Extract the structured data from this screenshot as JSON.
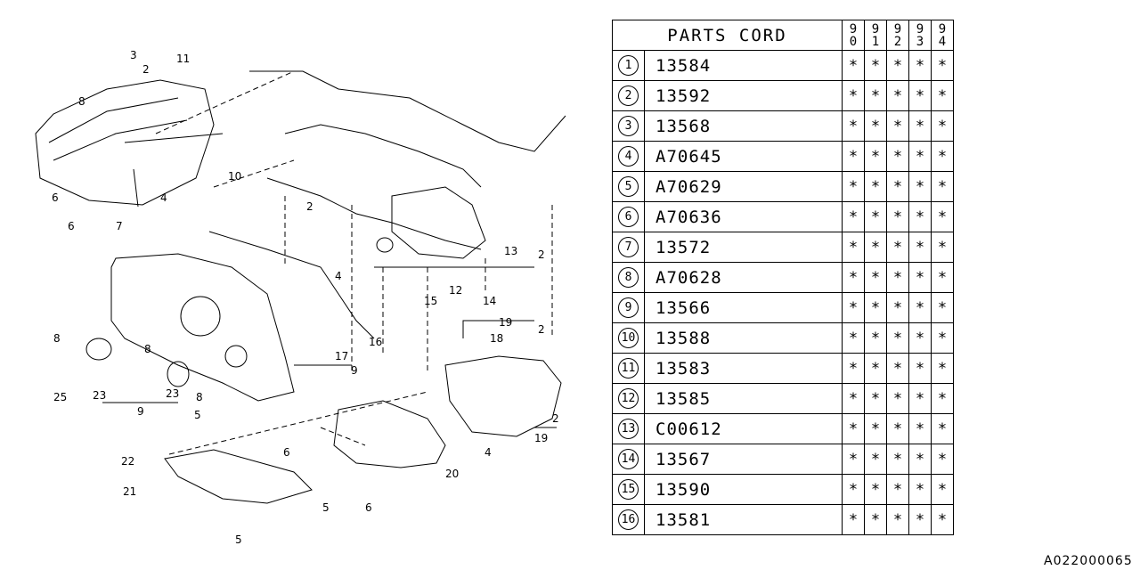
{
  "table": {
    "header": "PARTS CORD",
    "years": [
      [
        "9",
        "0"
      ],
      [
        "9",
        "1"
      ],
      [
        "9",
        "2"
      ],
      [
        "9",
        "3"
      ],
      [
        "9",
        "4"
      ]
    ],
    "rows": [
      {
        "no": "1",
        "code": "13584",
        "marks": [
          "*",
          "*",
          "*",
          "*",
          "*"
        ]
      },
      {
        "no": "2",
        "code": "13592",
        "marks": [
          "*",
          "*",
          "*",
          "*",
          "*"
        ]
      },
      {
        "no": "3",
        "code": "13568",
        "marks": [
          "*",
          "*",
          "*",
          "*",
          "*"
        ]
      },
      {
        "no": "4",
        "code": "A70645",
        "marks": [
          "*",
          "*",
          "*",
          "*",
          "*"
        ]
      },
      {
        "no": "5",
        "code": "A70629",
        "marks": [
          "*",
          "*",
          "*",
          "*",
          "*"
        ]
      },
      {
        "no": "6",
        "code": "A70636",
        "marks": [
          "*",
          "*",
          "*",
          "*",
          "*"
        ]
      },
      {
        "no": "7",
        "code": "13572",
        "marks": [
          "*",
          "*",
          "*",
          "*",
          "*"
        ]
      },
      {
        "no": "8",
        "code": "A70628",
        "marks": [
          "*",
          "*",
          "*",
          "*",
          "*"
        ]
      },
      {
        "no": "9",
        "code": "13566",
        "marks": [
          "*",
          "*",
          "*",
          "*",
          "*"
        ]
      },
      {
        "no": "10",
        "code": "13588",
        "marks": [
          "*",
          "*",
          "*",
          "*",
          "*"
        ]
      },
      {
        "no": "11",
        "code": "13583",
        "marks": [
          "*",
          "*",
          "*",
          "*",
          "*"
        ]
      },
      {
        "no": "12",
        "code": "13585",
        "marks": [
          "*",
          "*",
          "*",
          "*",
          "*"
        ]
      },
      {
        "no": "13",
        "code": "C00612",
        "marks": [
          "*",
          "*",
          "*",
          "*",
          "*"
        ]
      },
      {
        "no": "14",
        "code": "13567",
        "marks": [
          "*",
          "*",
          "*",
          "*",
          "*"
        ]
      },
      {
        "no": "15",
        "code": "13590",
        "marks": [
          "*",
          "*",
          "*",
          "*",
          "*"
        ]
      },
      {
        "no": "16",
        "code": "13581",
        "marks": [
          "*",
          "*",
          "*",
          "*",
          "*"
        ]
      }
    ]
  },
  "callouts": [
    "3",
    "2",
    "11",
    "8",
    "6",
    "4",
    "6",
    "7",
    "10",
    "2",
    "13",
    "2",
    "4",
    "15",
    "12",
    "14",
    "16",
    "17",
    "9",
    "8",
    "8",
    "25",
    "23",
    "23",
    "9",
    "8",
    "5",
    "19",
    "18",
    "2",
    "2",
    "19",
    "6",
    "4",
    "20",
    "22",
    "21",
    "5",
    "6",
    "5"
  ],
  "footer": "A022000065"
}
